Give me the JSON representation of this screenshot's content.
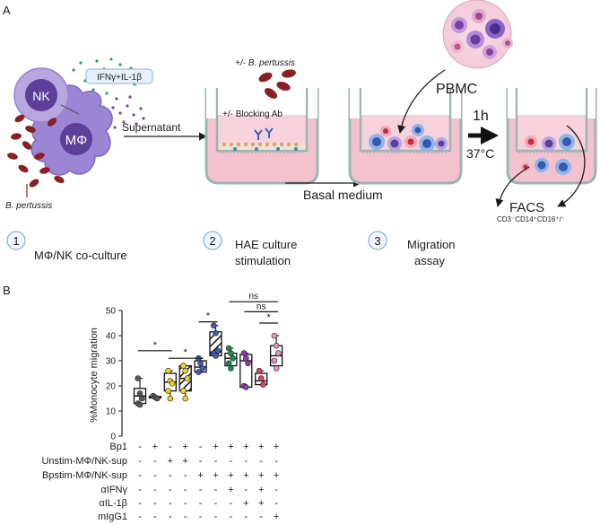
{
  "panel_labels": {
    "a": "A",
    "b": "B"
  },
  "schematic": {
    "nk_label": "NK",
    "mphi_label": "MΦ",
    "cytokine_label": "IFNγ+IL-1β",
    "bacteria_label": "B. pertussis",
    "supernatant_label": "Supernatant",
    "bp_add_label": "+/- B. pertussis",
    "blocking_label": "+/- Blocking Ab",
    "basal_label": "Basal medium",
    "pbmc_label": "PBMC",
    "time_label": "1h",
    "temp_label": "37°C",
    "facs_label": "FACS",
    "facs_sub": "CD3⁻CD14⁺CD16⁺/⁻",
    "steps": [
      {
        "num": "1",
        "line1": "MΦ/NK co-culture",
        "line2": ""
      },
      {
        "num": "2",
        "line1": "HAE culture",
        "line2": "stimulation"
      },
      {
        "num": "3",
        "line1": "Migration",
        "line2": "assay"
      }
    ]
  },
  "chart_data": {
    "type": "box",
    "ylabel": "%Monocyte migration",
    "ylim": [
      0,
      50
    ],
    "yticks": [
      0,
      10,
      20,
      30,
      40,
      50
    ],
    "groups": [
      {
        "color": "#5a5a5a",
        "hatched": false,
        "points": [
          23,
          17,
          15,
          13,
          12.5
        ],
        "median": 16,
        "q1": 13,
        "q3": 19,
        "min": 12.5,
        "max": 23
      },
      {
        "color": "#5a5a5a",
        "hatched": false,
        "points": [
          16,
          15.5,
          15
        ],
        "median": 15.5,
        "q1": 15.2,
        "q3": 15.8,
        "min": 15,
        "max": 16
      },
      {
        "color": "#f2d21c",
        "hatched": false,
        "points": [
          26,
          22,
          21,
          18,
          15
        ],
        "median": 21.5,
        "q1": 18,
        "q3": 25,
        "min": 15,
        "max": 26
      },
      {
        "color": "#f2d21c",
        "hatched": true,
        "points": [
          28,
          26,
          23,
          18,
          15
        ],
        "median": 23,
        "q1": 18,
        "q3": 28,
        "min": 15,
        "max": 28
      },
      {
        "color": "#3f5bb5",
        "hatched": false,
        "points": [
          31,
          29,
          27,
          25.5
        ],
        "median": 27.5,
        "q1": 25.5,
        "q3": 30,
        "min": 25.5,
        "max": 31
      },
      {
        "color": "#3f5bb5",
        "hatched": true,
        "points": [
          44,
          41,
          34,
          33,
          32
        ],
        "median": 33.5,
        "q1": 32,
        "q3": 41.5,
        "min": 32,
        "max": 44
      },
      {
        "color": "#1f8a4c",
        "hatched": false,
        "points": [
          35,
          33,
          31,
          29,
          27
        ],
        "median": 31,
        "q1": 28,
        "q3": 33,
        "min": 27,
        "max": 35
      },
      {
        "color": "#8e3fa3",
        "hatched": false,
        "points": [
          33,
          31,
          29,
          20,
          19.5
        ],
        "median": 30,
        "q1": 19.5,
        "q3": 32.5,
        "min": 19.5,
        "max": 33
      },
      {
        "color": "#e0425a",
        "hatched": false,
        "points": [
          26,
          23,
          20.5
        ],
        "median": 22,
        "q1": 20.5,
        "q3": 25,
        "min": 20.5,
        "max": 26
      },
      {
        "color": "#ee8fc0",
        "hatched": false,
        "points": [
          40,
          36,
          33,
          30,
          27
        ],
        "median": 32,
        "q1": 28,
        "q3": 36,
        "min": 27,
        "max": 40
      }
    ],
    "significance": [
      {
        "from": 0,
        "to": 2,
        "label": "*"
      },
      {
        "from": 2,
        "to": 4,
        "label": "*"
      },
      {
        "from": 4,
        "to": 5,
        "label": "*"
      },
      {
        "from": 6,
        "to": 9,
        "label": "ns"
      },
      {
        "from": 7,
        "to": 9,
        "label": "ns"
      },
      {
        "from": 8,
        "to": 9,
        "label": "*"
      }
    ],
    "conditions": [
      {
        "label": "Bp1",
        "values": [
          "-",
          "+",
          "-",
          "+",
          "-",
          "+",
          "+",
          "+",
          "+",
          "+"
        ]
      },
      {
        "label": "Unstim-MΦ/NK-sup",
        "values": [
          "-",
          "-",
          "+",
          "+",
          "-",
          "-",
          "-",
          "-",
          "-",
          "-"
        ]
      },
      {
        "label": "Bpstim-MΦ/NK-sup",
        "values": [
          "-",
          "-",
          "-",
          "-",
          "+",
          "+",
          "+",
          "+",
          "+",
          "+"
        ]
      },
      {
        "label": "αIFNγ",
        "values": [
          "-",
          "-",
          "-",
          "-",
          "-",
          "-",
          "+",
          "-",
          "+",
          "-"
        ]
      },
      {
        "label": "αIL-1β",
        "values": [
          "-",
          "-",
          "-",
          "-",
          "-",
          "-",
          "-",
          "+",
          "+",
          "-"
        ]
      },
      {
        "label": "mIgG1",
        "values": [
          "-",
          "-",
          "-",
          "-",
          "-",
          "-",
          "-",
          "-",
          "-",
          "+"
        ]
      }
    ]
  }
}
